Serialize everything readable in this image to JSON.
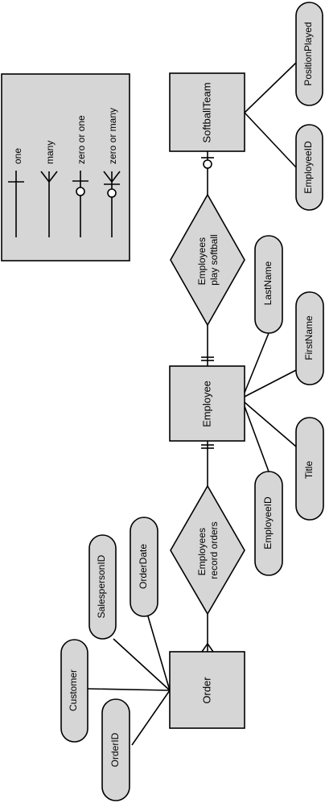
{
  "diagram": {
    "type": "entity-relationship",
    "fill_color": "#d6d6d6",
    "line_color": "#000000",
    "legend": {
      "one": "one",
      "many": "many",
      "zero_or_one": "zero or one",
      "zero_or_many": "zero or many"
    },
    "entities": {
      "softball": "SoftballTeam",
      "employee": "Employee",
      "order": "Order"
    },
    "relationships": {
      "play": [
        "Employees",
        "play softball"
      ],
      "record": [
        "Employees",
        "record orders"
      ]
    },
    "attributes": {
      "position_played": "PositionPlayed",
      "softball_employee_id": "EmployeeID",
      "last_name": "LastName",
      "first_name": "FirstName",
      "title": "Title",
      "employee_id": "EmployeeID",
      "salesperson_id": "SalespersonID",
      "order_date": "OrderDate",
      "customer": "Customer",
      "order_id": "OrderID"
    },
    "cardinality": {
      "softball_to_play": "zero or one",
      "play_to_employee": "one",
      "employee_to_record": "one",
      "record_to_order": "many"
    }
  }
}
